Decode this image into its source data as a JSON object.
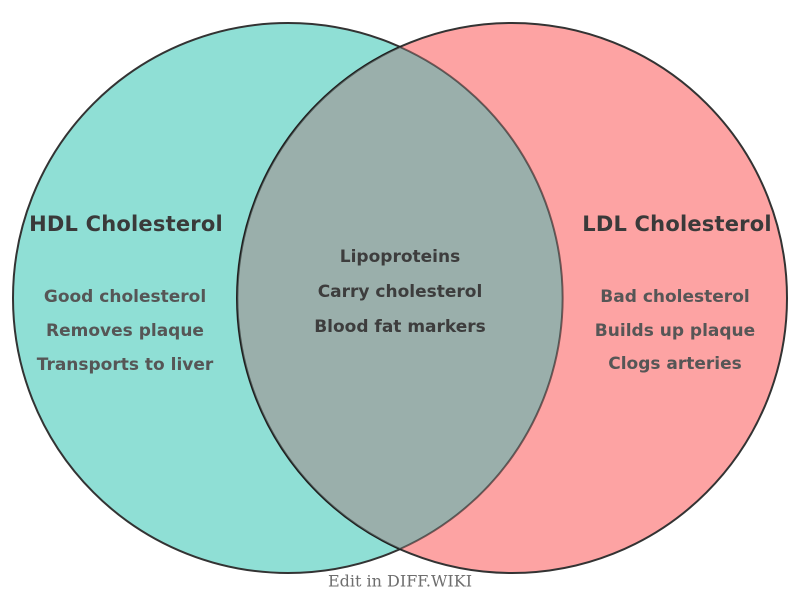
{
  "diagram": {
    "type": "venn2",
    "left_set": {
      "title": "HDL Cholesterol",
      "items": [
        "Good cholesterol",
        "Removes plaque",
        "Transports to liver"
      ],
      "fill_color": "#8fdfd5"
    },
    "right_set": {
      "title": "LDL Cholesterol",
      "items": [
        "Bad cholesterol",
        "Builds up plaque",
        "Clogs arteries"
      ],
      "fill_color": "#fda3a3"
    },
    "overlap": {
      "items": [
        "Lipoproteins",
        "Carry cholesterol",
        "Blood fat markers"
      ],
      "fill_color": "#9aafab"
    },
    "outline_color": "#333333"
  },
  "footer": {
    "caption": "Edit in DIFF.WIKI"
  }
}
